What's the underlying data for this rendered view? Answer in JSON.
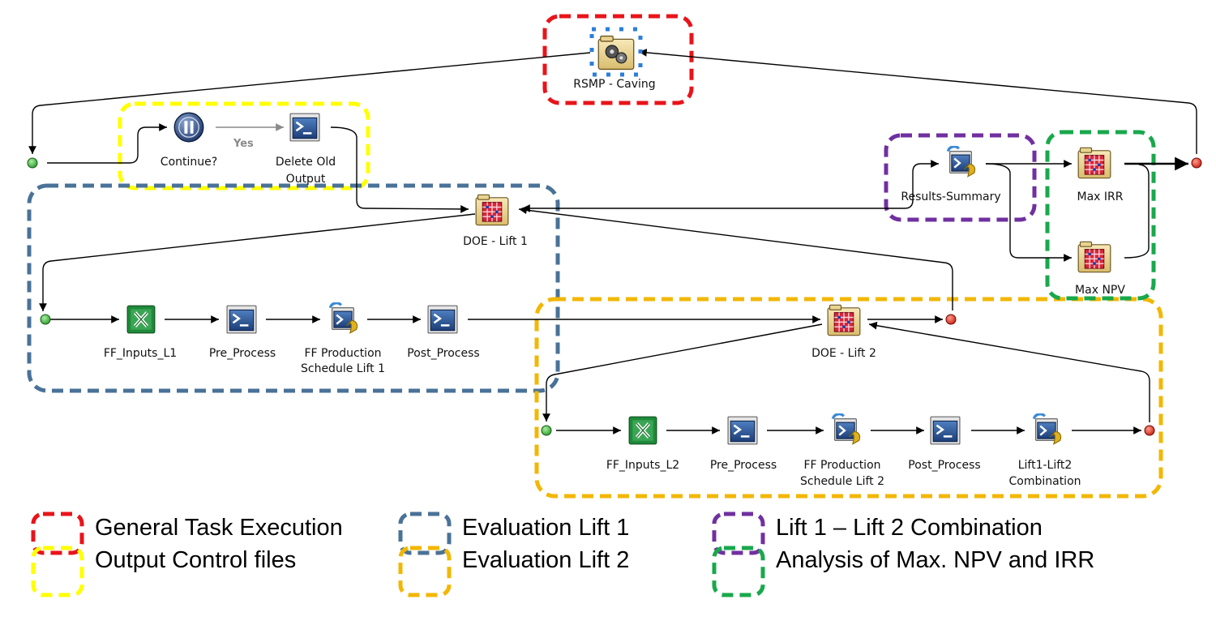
{
  "nodes": {
    "rsmp": {
      "label": "RSMP - Caving",
      "icon": "gear-folder-icon",
      "selected": true
    },
    "continue": {
      "label": "Continue?",
      "icon": "pause-icon"
    },
    "delete_old": {
      "label_line1": "Delete Old",
      "label_line2": "Output",
      "icon": "terminal-icon"
    },
    "doe_lift1": {
      "label": "DOE - Lift 1",
      "icon": "grid-folder-icon"
    },
    "results_summary": {
      "label": "Results-Summary",
      "icon": "script-icon"
    },
    "max_irr": {
      "label": "Max IRR",
      "icon": "grid-folder-icon"
    },
    "max_npv": {
      "label": "Max NPV",
      "icon": "grid-folder-icon"
    },
    "ff_inputs_l1": {
      "label": "FF_Inputs_L1",
      "icon": "excel-icon"
    },
    "pre_process_1": {
      "label": "Pre_Process",
      "icon": "terminal-icon"
    },
    "ff_prod_l1": {
      "label_line1": "FF Production",
      "label_line2": "Schedule Lift 1",
      "icon": "script-icon"
    },
    "post_process_1": {
      "label": "Post_Process",
      "icon": "terminal-icon"
    },
    "doe_lift2": {
      "label": "DOE - Lift 2",
      "icon": "grid-folder-icon"
    },
    "ff_inputs_l2": {
      "label": "FF_Inputs_L2",
      "icon": "excel-icon"
    },
    "pre_process_2": {
      "label": "Pre_Process",
      "icon": "terminal-icon"
    },
    "ff_prod_l2": {
      "label_line1": "FF Production",
      "label_line2": "Schedule Lift 2",
      "icon": "script-icon"
    },
    "post_process_2": {
      "label": "Post_Process",
      "icon": "terminal-icon"
    },
    "lift_combo": {
      "label_line1": "Lift1-Lift2",
      "label_line2": "Combination",
      "icon": "script-icon"
    }
  },
  "edges": {
    "yes_label": "Yes"
  },
  "groups": {
    "general": {
      "color": "#e8141a"
    },
    "output": {
      "color": "#ffff00"
    },
    "eval1": {
      "color": "#4a7298"
    },
    "eval2": {
      "color": "#f2b705"
    },
    "combo": {
      "color": "#7030a0"
    },
    "analysis": {
      "color": "#19a84c"
    }
  },
  "status_colors": {
    "start": "#3cc43c",
    "end": "#e83020"
  },
  "legend": {
    "general": "General Task Execution",
    "output": "Output Control files",
    "eval1": "Evaluation Lift 1",
    "eval2": "Evaluation Lift 2",
    "combo": "Lift 1 – Lift 2 Combination",
    "analysis": "Analysis of Max. NPV and IRR"
  }
}
